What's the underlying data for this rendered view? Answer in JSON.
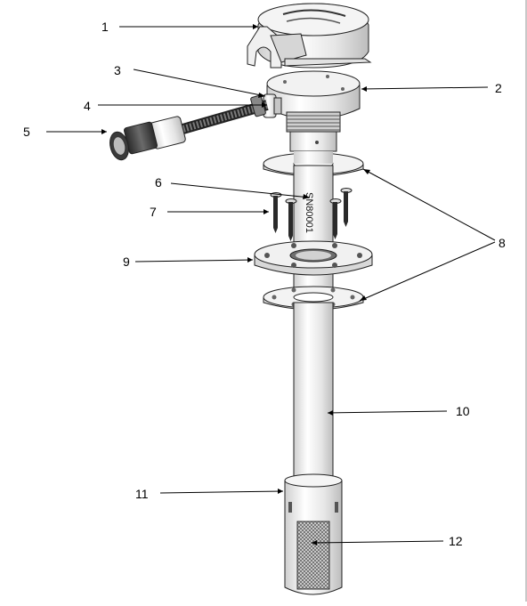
{
  "figure": {
    "serial_text": "SN80001",
    "callouts": [
      {
        "id": "1",
        "label": "1"
      },
      {
        "id": "2",
        "label": "2"
      },
      {
        "id": "3",
        "label": "3"
      },
      {
        "id": "4",
        "label": "4"
      },
      {
        "id": "5",
        "label": "5"
      },
      {
        "id": "6",
        "label": "6"
      },
      {
        "id": "7",
        "label": "7"
      },
      {
        "id": "8",
        "label": "8"
      },
      {
        "id": "9",
        "label": "9"
      },
      {
        "id": "10",
        "label": "10"
      },
      {
        "id": "11",
        "label": "11"
      },
      {
        "id": "12",
        "label": "12"
      }
    ]
  }
}
